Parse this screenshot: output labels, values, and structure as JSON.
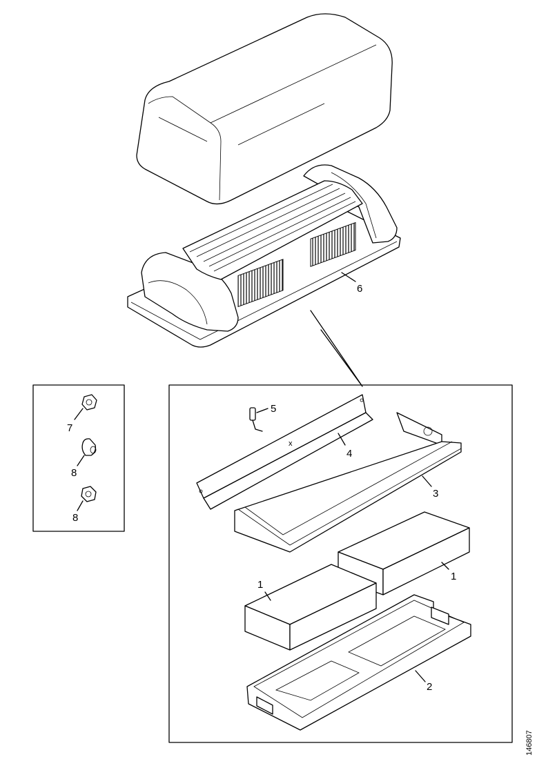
{
  "callouts": {
    "part1_left": "1",
    "part1_right": "1",
    "part2": "2",
    "part3": "3",
    "part4": "4",
    "part5": "5",
    "part6": "6",
    "part7": "7",
    "part8_top": "8",
    "part8_bottom": "8"
  },
  "reference_code": "146807"
}
